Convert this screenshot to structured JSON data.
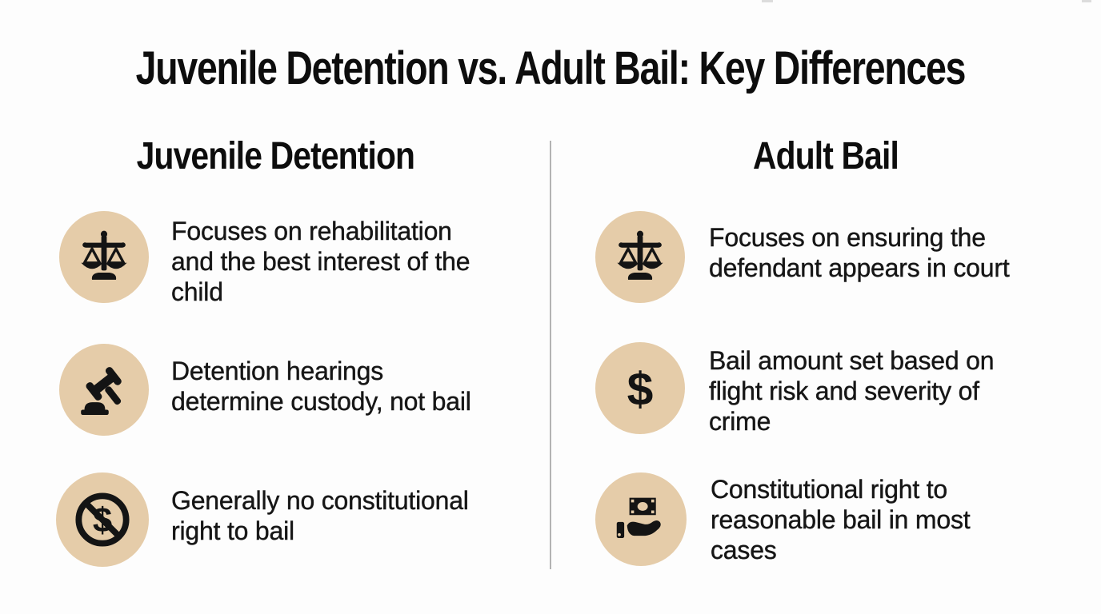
{
  "title": "Juvenile Detention vs. Adult Bail: Key Differences",
  "columns": [
    {
      "header": "Juvenile Detention",
      "items": [
        {
          "icon": "scales-of-justice-icon",
          "lines": [
            "Focuses on rehabilitation",
            "and the best interest of the",
            "child"
          ]
        },
        {
          "icon": "gavel-icon",
          "lines": [
            "Detention hearings",
            "determine custody, not bail"
          ]
        },
        {
          "icon": "no-bail-icon",
          "lines": [
            "Generally no constitutional",
            "right to bail"
          ]
        }
      ]
    },
    {
      "header": "Adult Bail",
      "items": [
        {
          "icon": "scales-of-justice-icon",
          "lines": [
            "Focuses on ensuring the",
            "defendant appears in court"
          ]
        },
        {
          "icon": "dollar-sign-icon",
          "lines": [
            "Bail amount set based on",
            "flight risk and severity of",
            "crime"
          ]
        },
        {
          "icon": "money-in-hand-icon",
          "lines": [
            "Constitutional right to",
            "reasonable bail in most",
            "cases"
          ]
        }
      ]
    }
  ],
  "colors": {
    "background": "#fdfdfd",
    "text": "#141414",
    "icon_circle_bg": "#e5cca9",
    "icon_glyph": "#141414",
    "divider": "#b3b3b3"
  }
}
